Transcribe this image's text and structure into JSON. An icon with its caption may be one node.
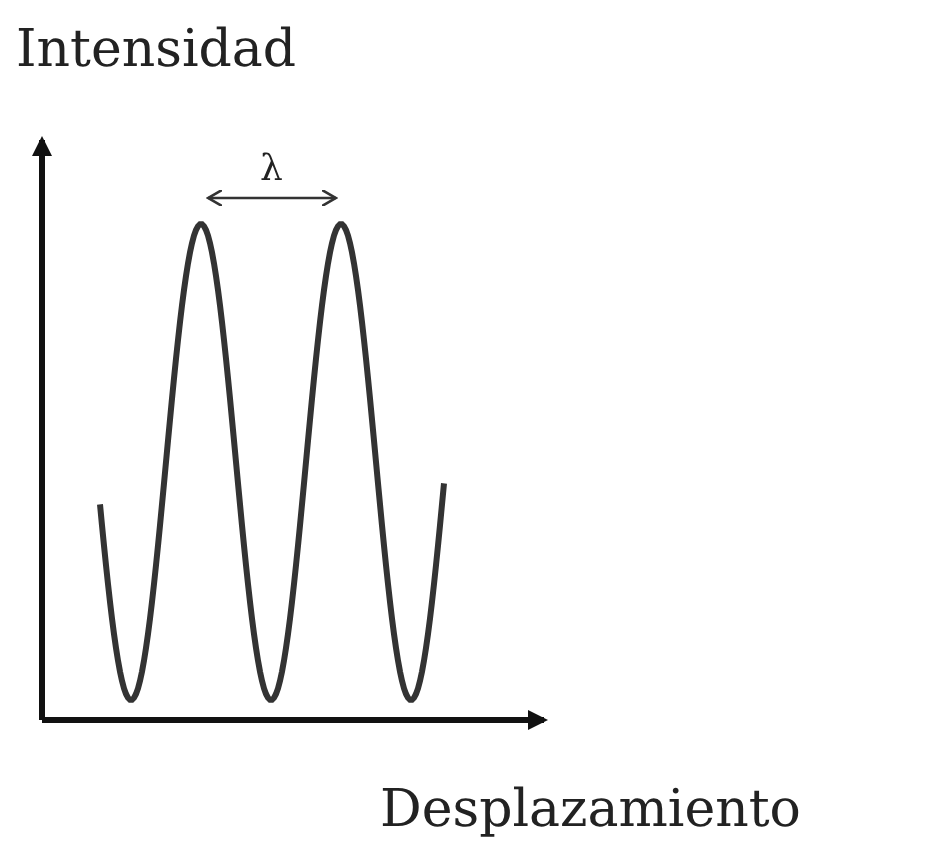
{
  "diagram": {
    "labels": [
      "Intensidad",
      "λ",
      "Desplazamiento"
    ]
  }
}
